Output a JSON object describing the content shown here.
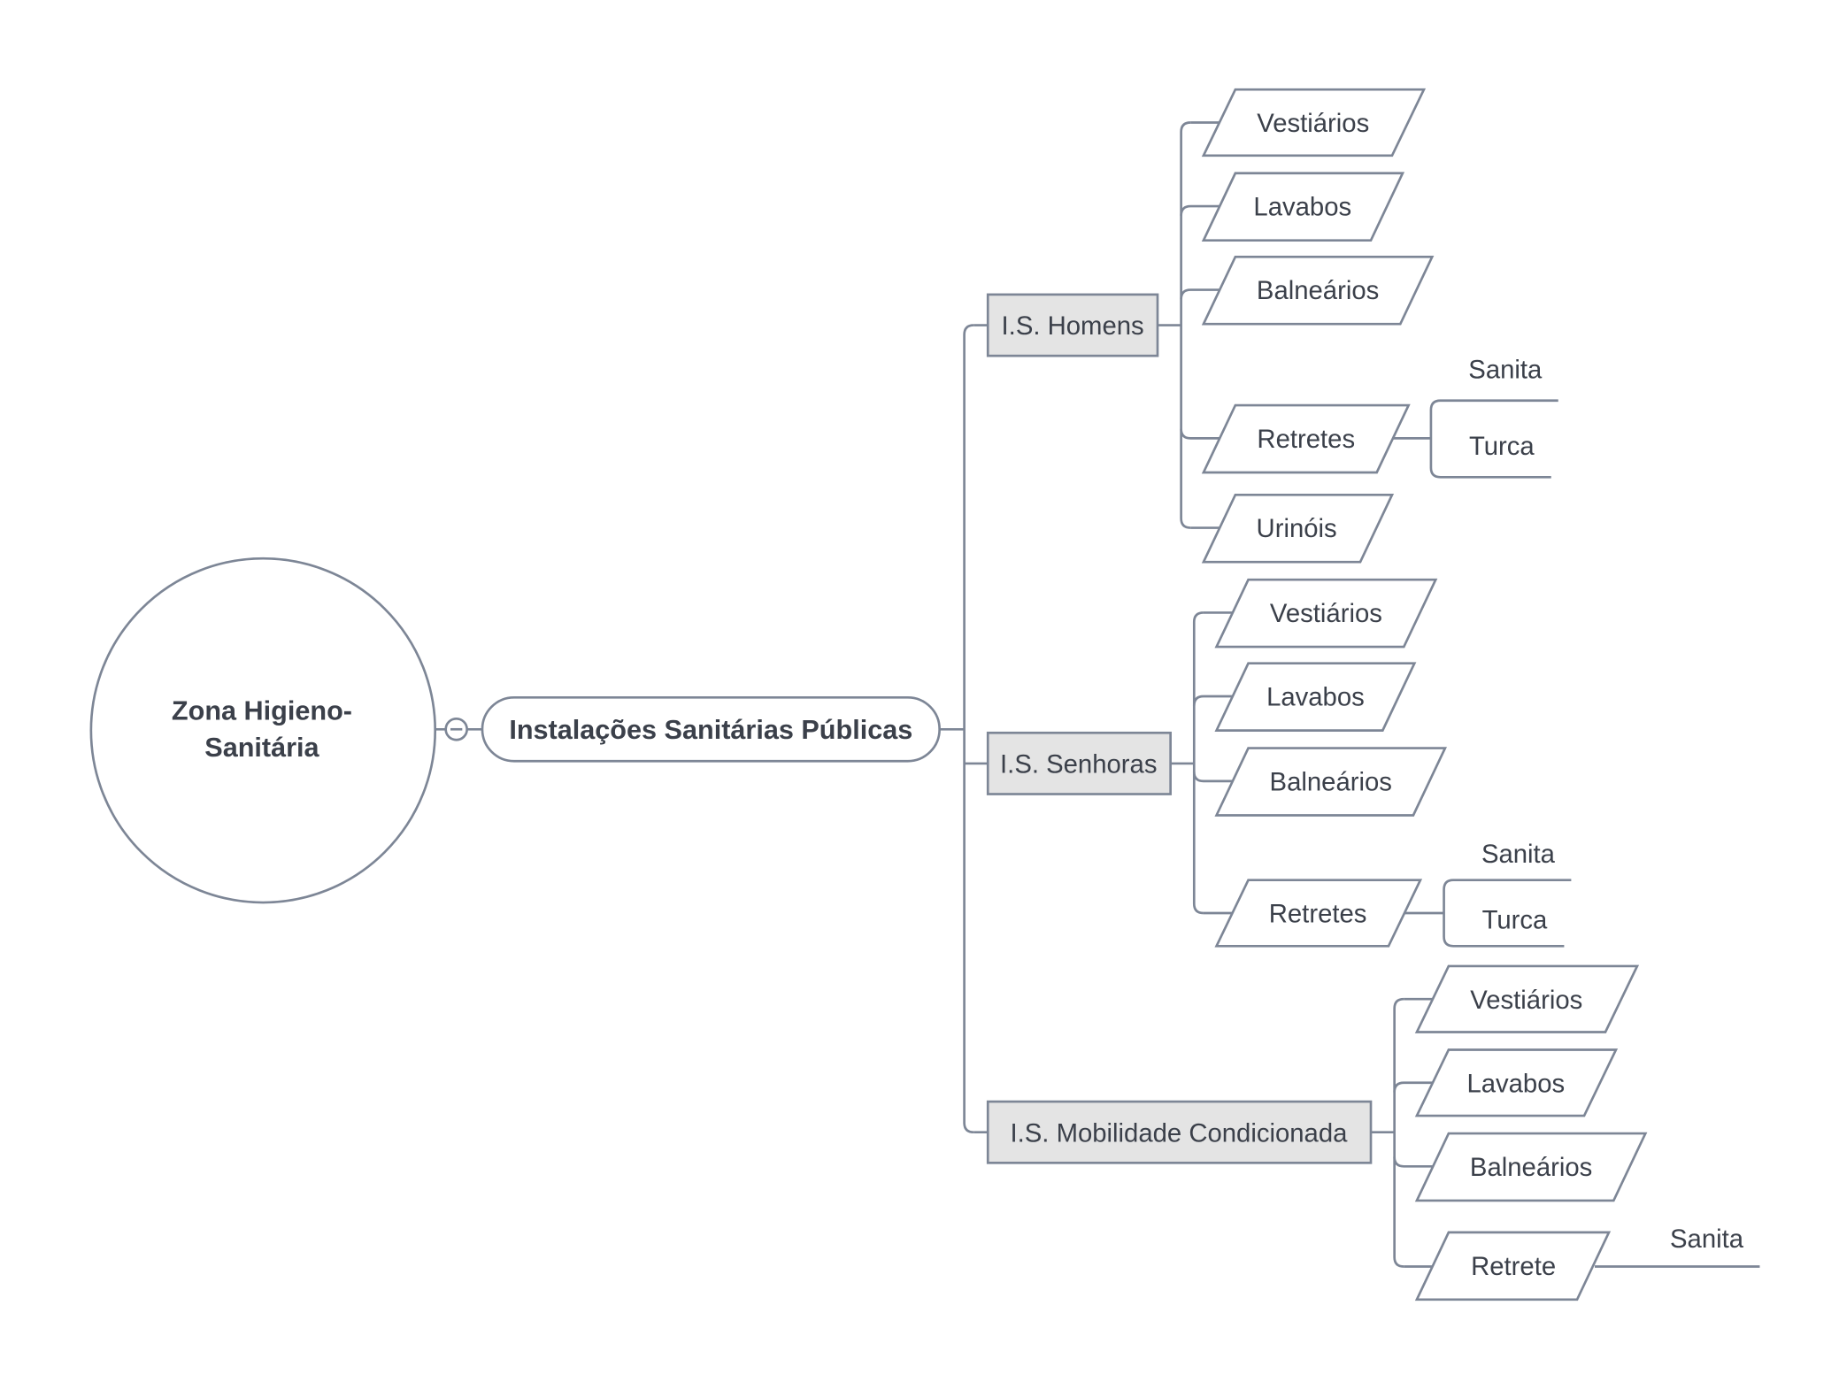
{
  "root": {
    "line1": "Zona Higieno-",
    "line2": "Sanitária"
  },
  "main": {
    "label": "Instalações Sanitárias Públicas"
  },
  "branches": [
    {
      "label": "I.S. Homens",
      "items": [
        {
          "label": "Vestiários",
          "subs": []
        },
        {
          "label": "Lavabos",
          "subs": []
        },
        {
          "label": "Balneários",
          "subs": []
        },
        {
          "label": "Retretes",
          "subs": [
            "Sanita",
            "Turca"
          ]
        },
        {
          "label": "Urinóis",
          "subs": []
        }
      ]
    },
    {
      "label": "I.S. Senhoras",
      "items": [
        {
          "label": "Vestiários",
          "subs": []
        },
        {
          "label": "Lavabos",
          "subs": []
        },
        {
          "label": "Balneários",
          "subs": []
        },
        {
          "label": "Retretes",
          "subs": [
            "Sanita",
            "Turca"
          ]
        }
      ]
    },
    {
      "label": "I.S. Mobilidade Condicionada",
      "items": [
        {
          "label": "Vestiários",
          "subs": []
        },
        {
          "label": "Lavabos",
          "subs": []
        },
        {
          "label": "Balneários",
          "subs": []
        },
        {
          "label": "Retrete",
          "subs": [
            "Sanita"
          ]
        }
      ]
    }
  ],
  "colors": {
    "line": "#7d8696",
    "branch_fill": "#e4e4e4",
    "text": "#3b404a"
  }
}
